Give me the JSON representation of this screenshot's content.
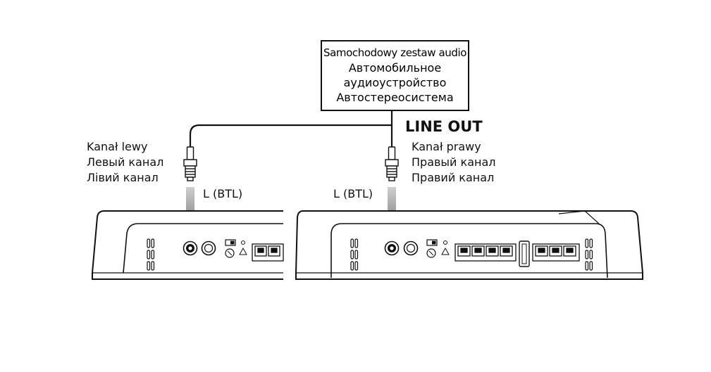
{
  "source": {
    "lines": [
      "Samochodowy zestaw audio",
      "Автомобильное",
      "аудиоустройство",
      "Автостереосистема"
    ]
  },
  "output_label": "LINE OUT",
  "left_channel": [
    "Kanał lewy",
    "Левый канал",
    "Лівий канал"
  ],
  "right_channel": [
    "Kanał prawy",
    "Правый канал",
    "Правий канал"
  ],
  "amp_input_label_left": "L (BTL)",
  "amp_input_label_right": "L (BTL)"
}
